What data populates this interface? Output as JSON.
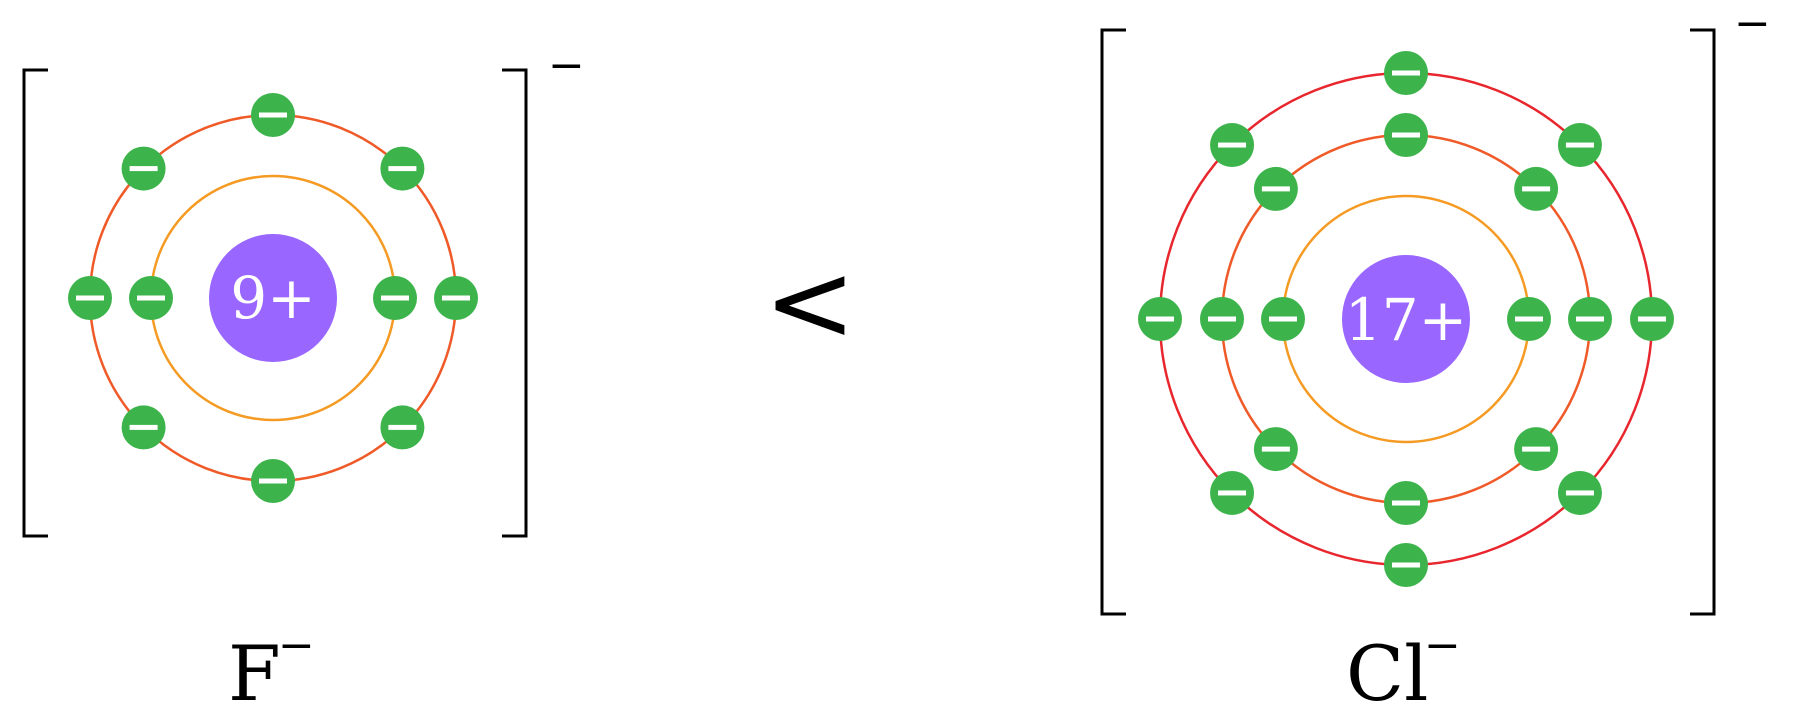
{
  "colors": {
    "nucleus": "#9966ff",
    "electron": "#3cb44b",
    "electron_sign": "#ffffff",
    "shell_inner": "#f59a23",
    "shell_middle": "#ef5a28",
    "shell_outer": "#e8262d",
    "bracket": "#000000"
  },
  "comparison_symbol": "<",
  "ions": [
    {
      "nucleus_label": "9+",
      "symbol": "F",
      "symbol_charge": "−",
      "bracket_charge": "−",
      "shells": [
        {
          "electrons": 2,
          "color": "shell_inner"
        },
        {
          "electrons": 8,
          "color": "shell_middle"
        }
      ]
    },
    {
      "nucleus_label": "17+",
      "symbol": "Cl",
      "symbol_charge": "−",
      "bracket_charge": "−",
      "shells": [
        {
          "electrons": 2,
          "color": "shell_inner"
        },
        {
          "electrons": 8,
          "color": "shell_middle"
        },
        {
          "electrons": 8,
          "color": "shell_outer"
        }
      ]
    }
  ],
  "electron_sign": "−"
}
